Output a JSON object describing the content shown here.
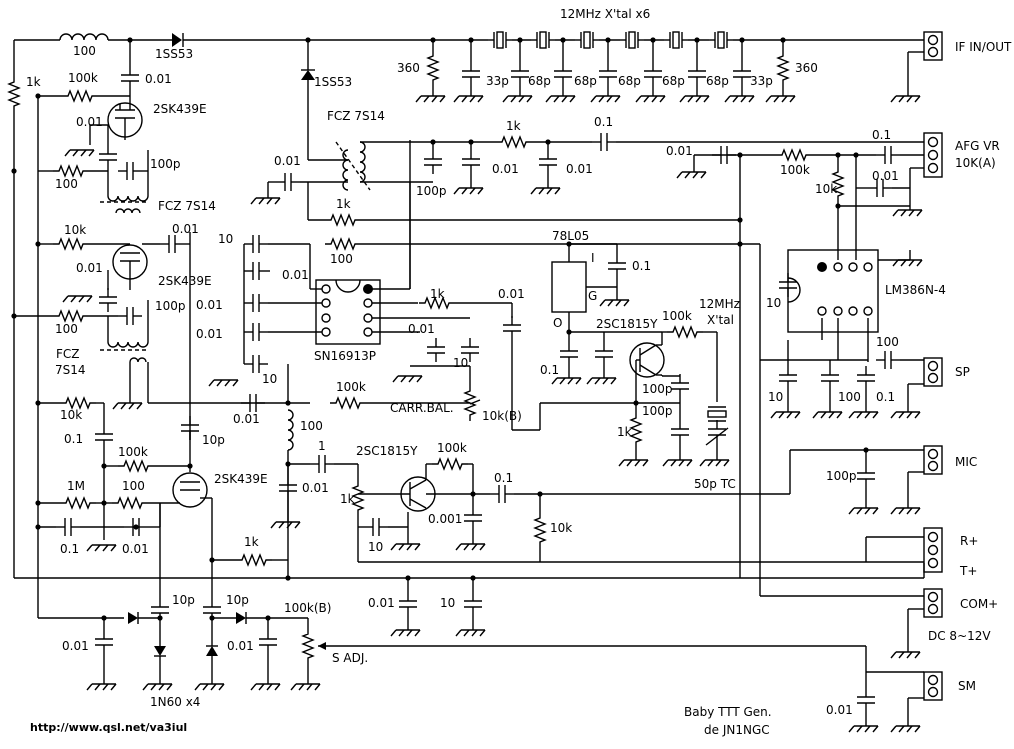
{
  "title": {
    "line1": "Baby TTT Gen.",
    "line2": "de  JN1NGC"
  },
  "url": "http://www.qsl.net/va3iul",
  "connectors": {
    "if": "IF IN/OUT",
    "afg1": "AFG VR",
    "afg2": "10K(A)",
    "sp": "SP",
    "mic": "MIC",
    "rplus": "R+",
    "tplus": "T+",
    "complus": "COM+",
    "dc": "DC 8~12V",
    "sm": "SM"
  },
  "parts": {
    "xtal_filter": "12MHz X'tal x6",
    "ic_mixer": "SN16913P",
    "ic_amp": "LM386N-4",
    "reg": "78L05",
    "fet": "2SK439E",
    "tr": "2SC1815Y",
    "coil": "FCZ 7S14",
    "coil2a": "FCZ",
    "coil2b": "7S14",
    "diode_1ss53": "1SS53",
    "diodes": "1N60 x4",
    "xtal_osc1": "12MHz",
    "xtal_osc2": "X'tal",
    "tc": "50p TC",
    "carr_bal": "CARR.BAL.",
    "s_adj": "S ADJ.",
    "pin_i": "I",
    "pin_g": "G",
    "pin_o": "O"
  },
  "values": {
    "r100": "100",
    "r1k": "1k",
    "r10k": "10k",
    "r100k": "100k",
    "r360": "360",
    "r1m": "1M",
    "c001": "0.01",
    "c01": "0.1",
    "c10": "10",
    "c100": "100",
    "c100p": "100p",
    "c10p": "10p",
    "c33p": "33p",
    "c68p": "68p",
    "c0001": "0.001",
    "c1": "1",
    "vr10kb": "10k(B)",
    "vr100kb": "100k(B)"
  }
}
